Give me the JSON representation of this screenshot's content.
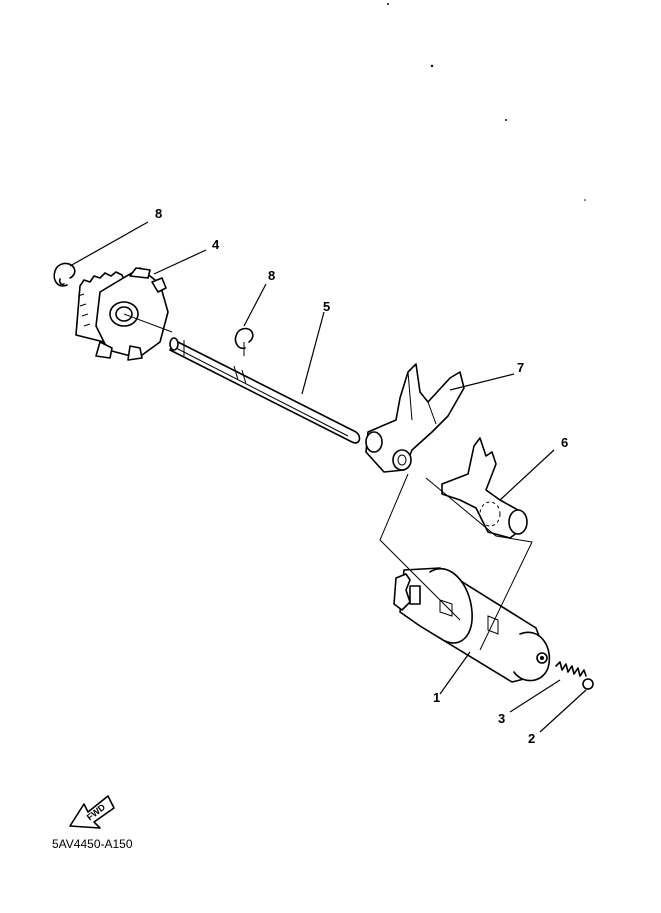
{
  "callouts": {
    "c8a": "8",
    "c4": "4",
    "c8b": "8",
    "c5": "5",
    "c7": "7",
    "c6": "6",
    "c1": "1",
    "c3": "3",
    "c2": "2"
  },
  "fwd_label": "FWD",
  "drawing_code": "5AV4450-A150"
}
